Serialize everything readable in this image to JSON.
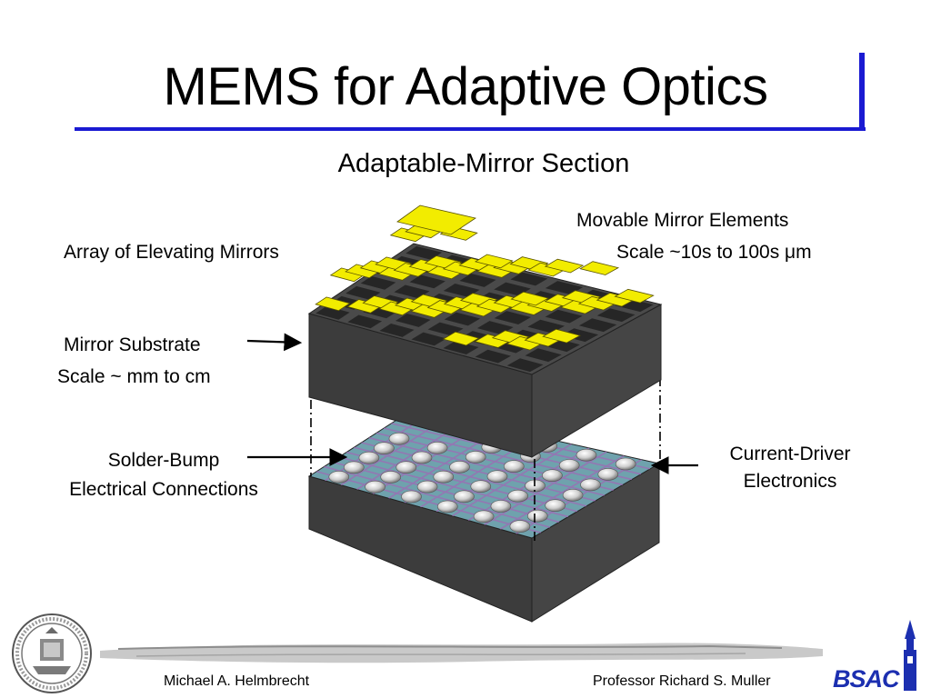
{
  "slide": {
    "title": "MEMS for Adaptive Optics",
    "subtitle": "Adaptable-Mirror Section"
  },
  "labels": {
    "movable_mirror_elements": "Movable Mirror Elements",
    "movable_mirror_scale": "Scale ~10s to 100s μm",
    "array_of_elevating_mirrors": "Array of Elevating Mirrors",
    "mirror_substrate": "Mirror Substrate",
    "mirror_substrate_scale": "Scale ~ mm to cm",
    "solder_bump_line1": "Solder-Bump",
    "solder_bump_line2": "Electrical Connections",
    "current_driver_line1": "Current-Driver",
    "current_driver_line2": "Electronics"
  },
  "footer": {
    "left_author": "Michael A. Helmbrecht",
    "right_author": "Professor Richard S. Muller",
    "logo_text": "BSAC"
  },
  "colors": {
    "title_rule": "#1a1ad2",
    "mirror": "#f2ec00",
    "block_top": "#4a4a4a",
    "block_side": "#3c3c3c",
    "chip_top": "#6fa2ad",
    "grid_line": "#9a70b4",
    "logo": "#1c2fb0"
  }
}
